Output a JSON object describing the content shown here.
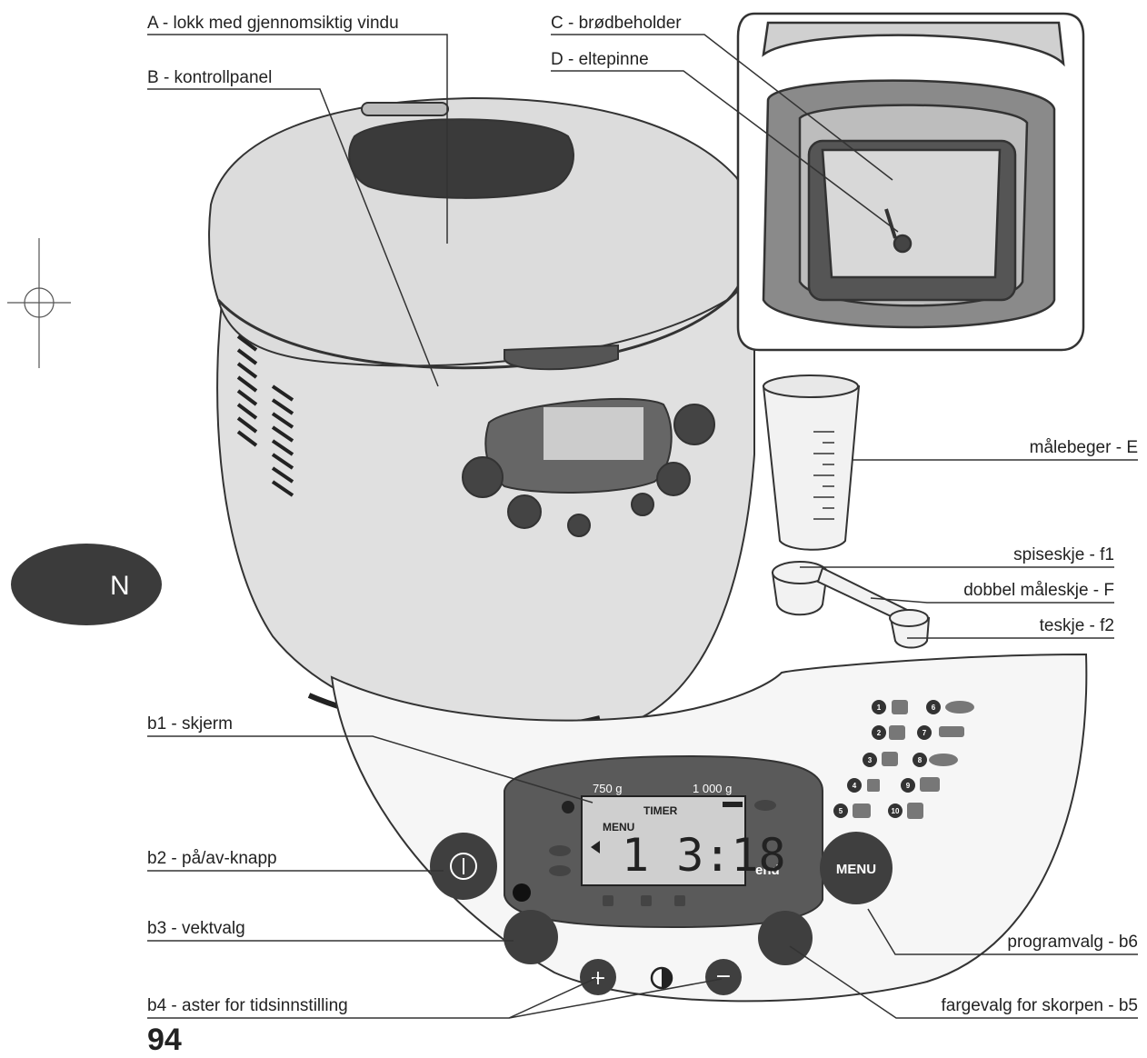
{
  "labels": {
    "A": "A - lokk med gjennomsiktig vindu",
    "B": "B - kontrollpanel",
    "C": "C - brødbeholder",
    "D": "D - eltepinne",
    "E": "målebeger - E",
    "f1": "spiseskje - f1",
    "F": "dobbel måleskje - F",
    "f2": "teskje - f2",
    "b1": "b1 - skjerm",
    "b2": "b2 - på/av-knapp",
    "b3": "b3 - vektvalg",
    "b4": "b4 - aster for tidsinnstilling",
    "b5": "fargevalg for skorpen - b5",
    "b6": "programvalg - b6"
  },
  "language_tab": "N",
  "page_number": "94",
  "display": {
    "weight_1": "750 g",
    "weight_2": "1 000 g",
    "timer": "TIMER",
    "menu": "MENU",
    "digits": "1 3:18",
    "end": "end"
  },
  "menu_button": "MENU",
  "program_numbers": [
    "1",
    "2",
    "3",
    "4",
    "5",
    "6",
    "7",
    "8",
    "9",
    "10"
  ],
  "colors": {
    "button_dark": "#3f3f3f",
    "tab": "#3b3b3b",
    "panel": "#5a5a5a",
    "lcd": "#cfcfcf"
  }
}
